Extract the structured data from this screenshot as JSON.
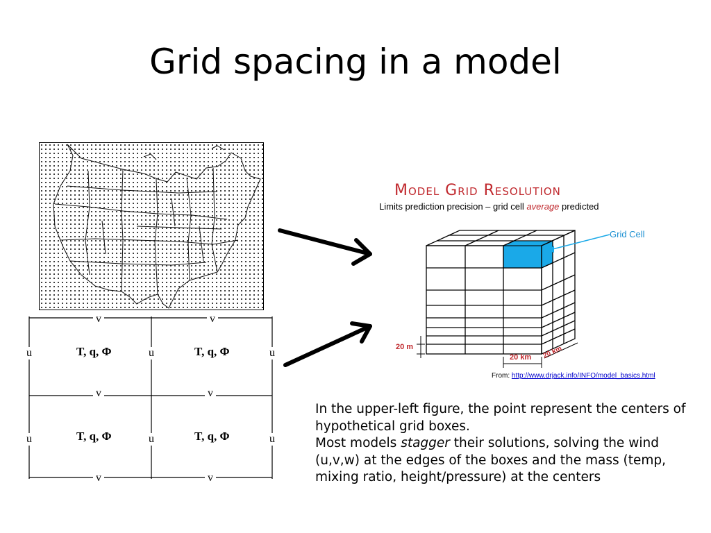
{
  "slide": {
    "title": "Grid spacing in a model"
  },
  "staggered_grid": {
    "v_label": "v",
    "u_label": "u",
    "center_label": "T, q, Φ"
  },
  "model_grid": {
    "title": "Model Grid Resolution",
    "subtitle_before": "Limits prediction precision – grid cell ",
    "subtitle_emph": "average",
    "subtitle_after": " predicted",
    "grid_cell_label": "Grid Cell",
    "height_label": "20 m",
    "width_label": "20 km",
    "depth_label": "20 km",
    "cell_color": "#1aa9e8",
    "accent_color": "#c0282d"
  },
  "source": {
    "prefix": "From: ",
    "url": "http://www.drjack.info/INFO/model_basics.html"
  },
  "description": {
    "line1": "In the upper-left figure, the point represent the centers of hypothetical grid boxes.",
    "line2_before": "Most models ",
    "line2_emph": "stagger",
    "line2_after": " their solutions, solving the wind (u,v,w) at the edges of the boxes and the mass (temp, mixing ratio, height/pressure) at the centers"
  }
}
